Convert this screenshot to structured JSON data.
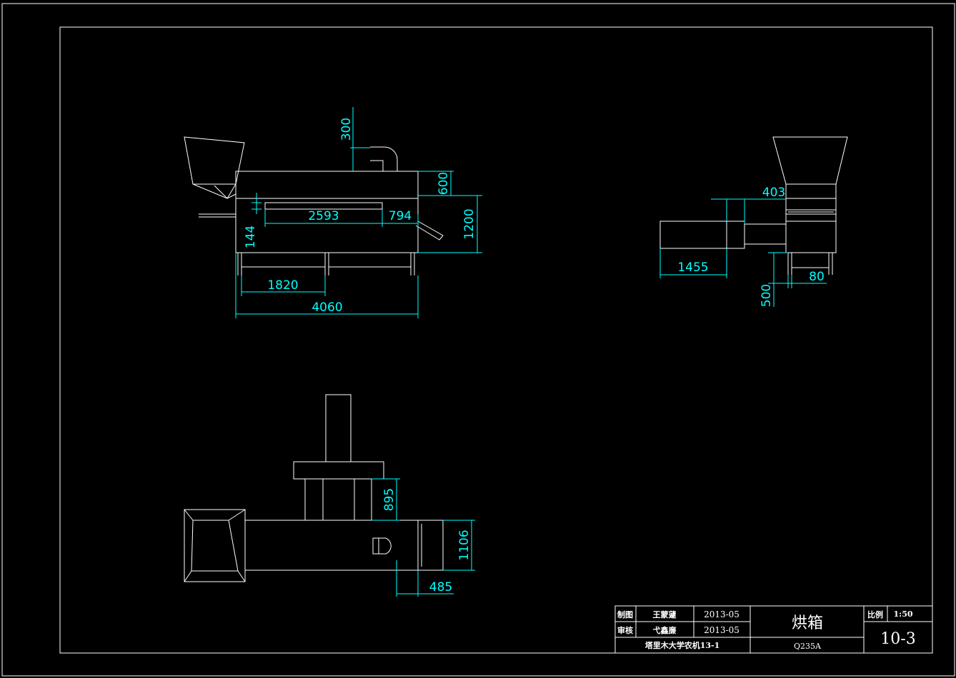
{
  "dimensions": {
    "front_top_vent": "300",
    "front_box_height": "600",
    "front_total_height": "1200",
    "front_slot_length": "2593",
    "front_outlet": "794",
    "front_slot_offset": "144",
    "front_leg_span": "1820",
    "front_total_length": "4060",
    "side_offset": "403",
    "side_duct_length": "1455",
    "side_leg_height": "500",
    "side_leg_width": "80",
    "top_vent_offset": "895",
    "top_outlet_width": "1106",
    "top_outlet_depth": "485"
  },
  "title_block": {
    "drawn_label": "制图",
    "drawn_by": "王蒙蘧",
    "drawn_date": "2013-05",
    "checked_label": "审核",
    "checked_by": "弋鑫廉",
    "checked_date": "2013-05",
    "school": "塔里木大学农机13-1",
    "part_name": "烘箱",
    "material": "Q235A",
    "scale_label": "比例",
    "scale": "1:50",
    "drawing_number": "10-3"
  }
}
